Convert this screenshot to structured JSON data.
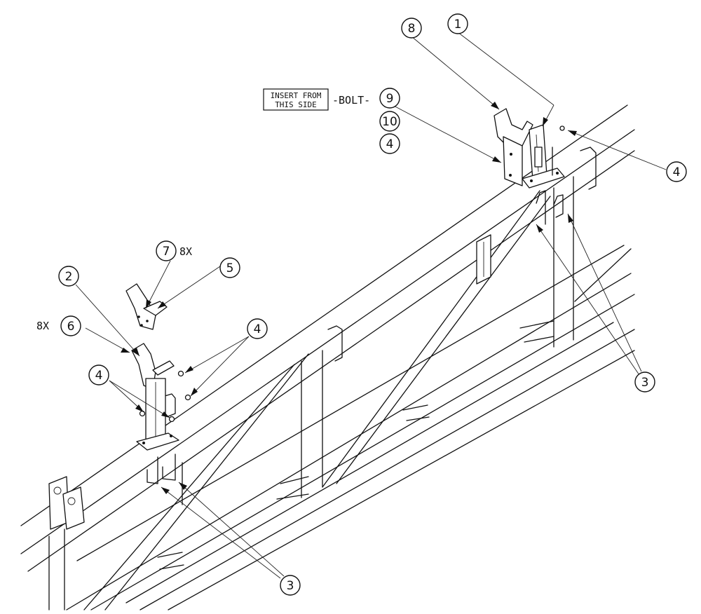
{
  "callouts": {
    "c1": "1",
    "c2": "2",
    "c3a": "3",
    "c3b": "3",
    "c4a": "4",
    "c4b": "4",
    "c4c": "4",
    "c4d": "4",
    "c5": "5",
    "c6": "6",
    "c7": "7",
    "c8": "8",
    "c9": "9",
    "c10": "10"
  },
  "labels": {
    "qty_7": "8X",
    "qty_6": "8X",
    "bolt": "-BOLT-",
    "insert_line1": "INSERT FROM",
    "insert_line2": "THIS SIDE"
  }
}
